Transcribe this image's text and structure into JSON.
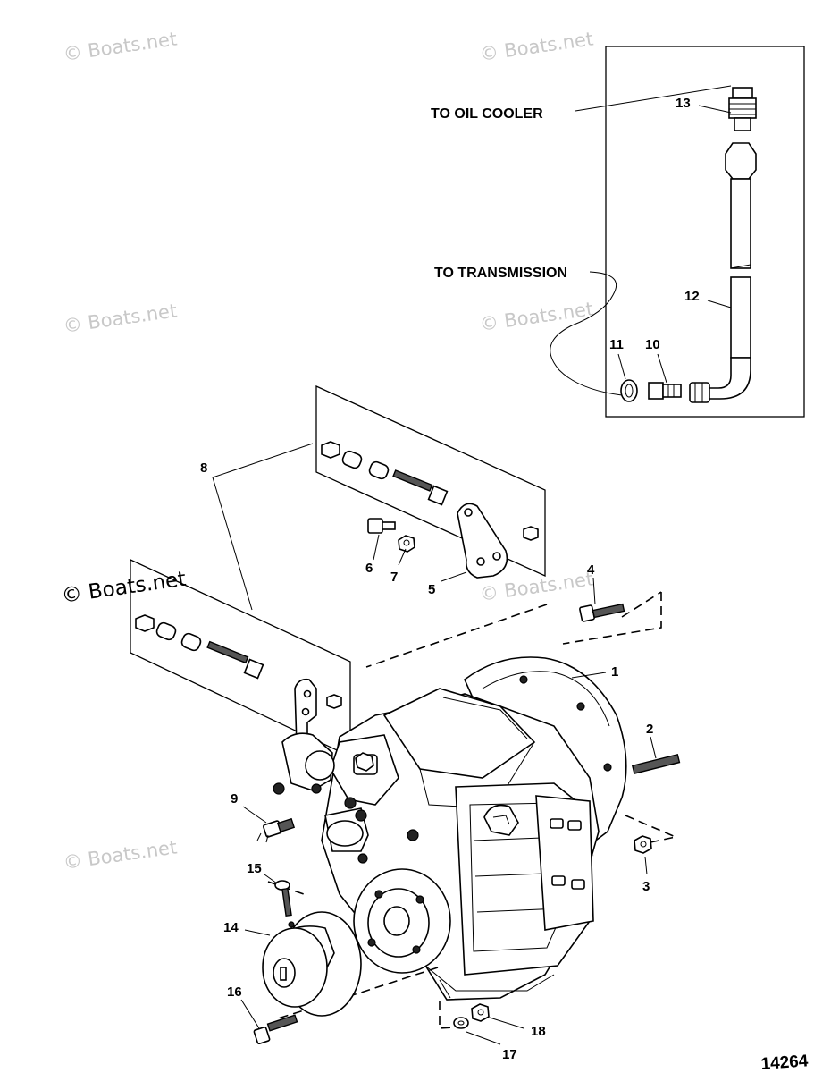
{
  "labels": {
    "to_oil_cooler": "TO OIL COOLER",
    "to_transmission": "TO TRANSMISSION"
  },
  "callouts": {
    "c1": "1",
    "c2": "2",
    "c3": "3",
    "c4": "4",
    "c5": "5",
    "c6": "6",
    "c7": "7",
    "c8": "8",
    "c9": "9",
    "c10": "10",
    "c11": "11",
    "c12": "12",
    "c13": "13",
    "c14": "14",
    "c15": "15",
    "c16": "16",
    "c17": "17",
    "c18": "18"
  },
  "figure_number": "14264",
  "watermark": "© Boats.net",
  "colors": {
    "line": "#000000",
    "watermark": "#c8c8c8",
    "background": "#ffffff"
  }
}
